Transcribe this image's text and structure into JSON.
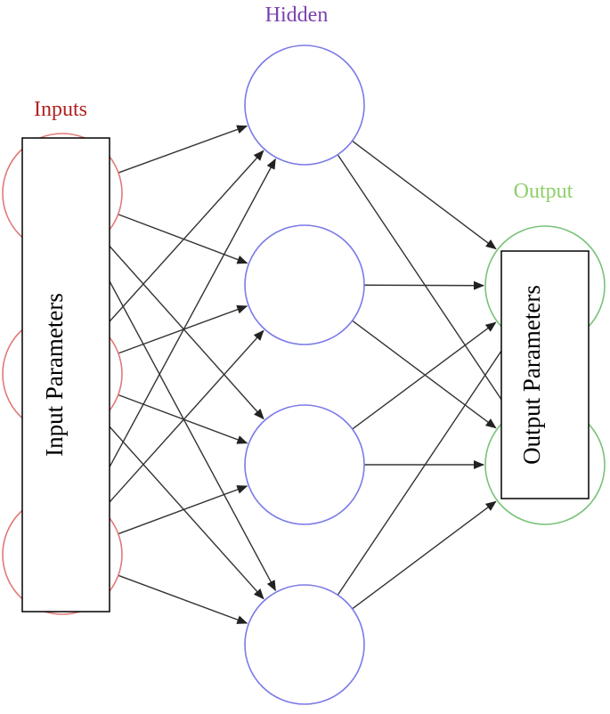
{
  "labels": {
    "inputs": "Inputs",
    "hidden": "Hidden",
    "output": "Output",
    "input_box": "Input Parameters",
    "output_box": "Output Parameters"
  },
  "colors": {
    "input": "#e07a7a",
    "hidden": "#7b7be8",
    "output": "#79c279",
    "inputs_label": "#b22222",
    "hidden_label": "#7b3fb0",
    "output_label": "#8fcf6a",
    "edge": "#333333"
  },
  "layers": {
    "input_nodes": 3,
    "hidden_nodes": 4,
    "output_nodes": 2
  }
}
